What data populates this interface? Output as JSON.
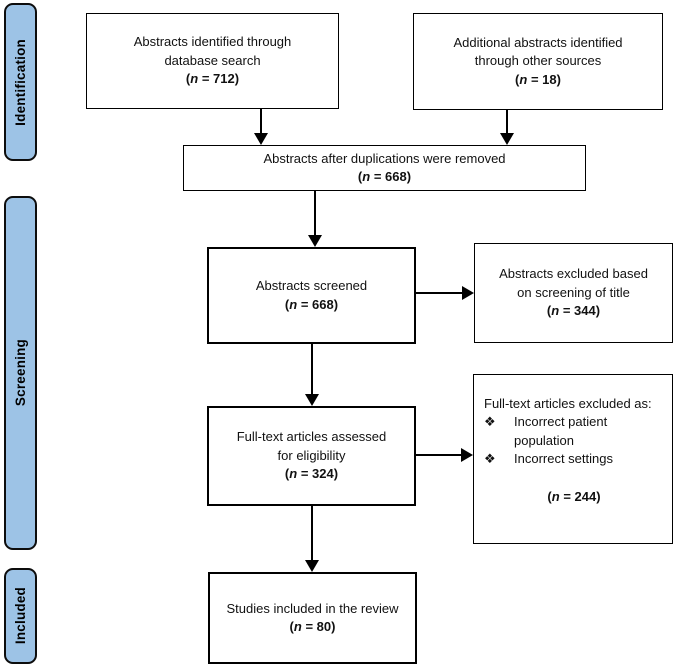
{
  "colors": {
    "stage_fill": "#9DC3E6",
    "stage_border": "#0d0d0d",
    "box_border": "#000000",
    "arrow": "#000000",
    "background": "#FFFFFF"
  },
  "stages": {
    "identification": "Identification",
    "screening": "Screening",
    "included": "Included"
  },
  "boxes": {
    "identified_db": {
      "lines": [
        "Abstracts identified through",
        "database search"
      ],
      "count_open": "(",
      "count_n": "n",
      "count_rest": " = 712)"
    },
    "identified_other": {
      "lines": [
        "Additional abstracts identified",
        "through other sources"
      ],
      "count_open": "(",
      "count_n": "n",
      "count_rest": " = 18)"
    },
    "deduplicated": {
      "lines": [
        "Abstracts after duplications were removed"
      ],
      "count_open": "(",
      "count_n": "n",
      "count_rest": " = 668)"
    },
    "screened": {
      "lines": [
        "Abstracts screened"
      ],
      "count_open": "(",
      "count_n": "n",
      "count_rest": " = 668)"
    },
    "excluded_title": {
      "lines": [
        "Abstracts excluded based",
        "on screening of title"
      ],
      "count_open": "(",
      "count_n": "n",
      "count_rest": " = 344)"
    },
    "fulltext_assessed": {
      "lines": [
        "Full-text articles assessed",
        "for eligibility"
      ],
      "count_open": "(",
      "count_n": "n",
      "count_rest": " = 324)"
    },
    "fulltext_excluded": {
      "intro": "Full-text articles excluded as:",
      "bullet_char": "❖",
      "bullets": [
        "Incorrect patient population",
        "Incorrect settings"
      ],
      "count_open": "(",
      "count_n": "n",
      "count_rest": " = 244)"
    },
    "included_review": {
      "lines": [
        "Studies included in the review"
      ],
      "count_open": "(",
      "count_n": "n",
      "count_rest": " = 80)"
    }
  }
}
